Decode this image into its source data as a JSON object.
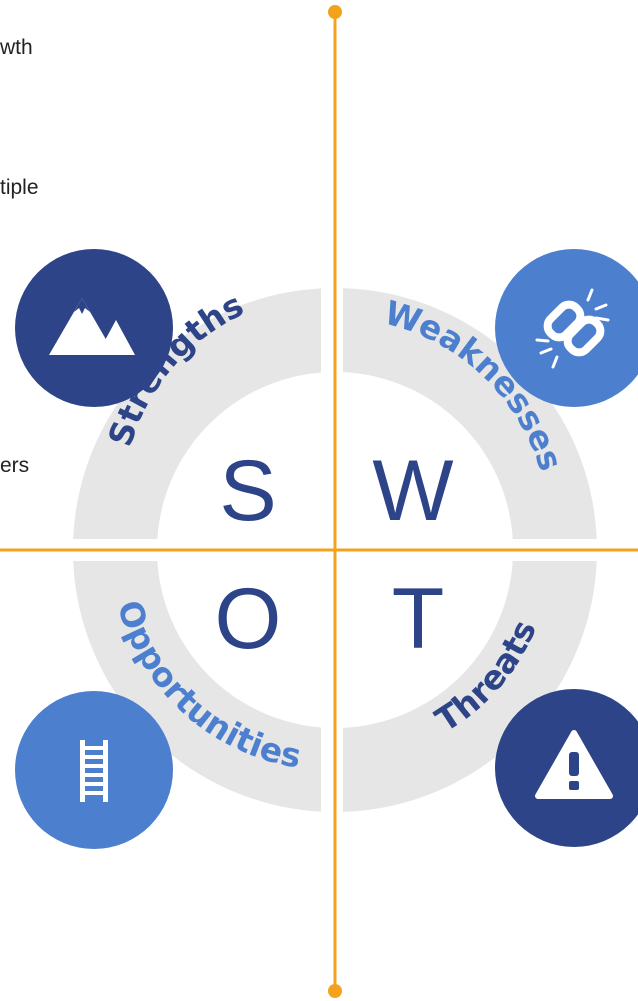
{
  "left_text_fragments": [
    "wth",
    "tiple",
    "ers"
  ],
  "quadrants": [
    {
      "key": "strengths",
      "letter": "S",
      "label": "Strengths",
      "icon": "mountain-icon",
      "icon_bg": "#2e4488",
      "label_color": "#2e4488"
    },
    {
      "key": "weaknesses",
      "letter": "W",
      "label": "Weaknesses",
      "icon": "broken-link-icon",
      "icon_bg": "#4d7fcf",
      "label_color": "#4d7fcf"
    },
    {
      "key": "opportunities",
      "letter": "O",
      "label": "Opportunities",
      "icon": "ladder-icon",
      "icon_bg": "#4d7fcf",
      "label_color": "#4d7fcf"
    },
    {
      "key": "threats",
      "letter": "T",
      "label": "Threats",
      "icon": "warning-icon",
      "icon_bg": "#2e4488",
      "label_color": "#2e4488"
    }
  ],
  "colors": {
    "axis": "#f2a31b",
    "ring": "#e6e6e6",
    "letter": "#2e4488",
    "dark_blue": "#2e4488",
    "light_blue": "#4d7fcf"
  }
}
